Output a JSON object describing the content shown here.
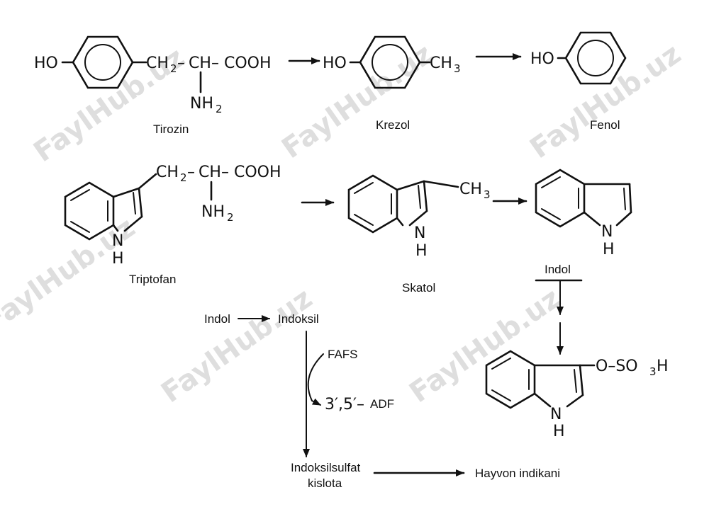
{
  "watermark": "FaylHub.uz",
  "names": {
    "tirozin": "Tirozin",
    "krezol": "Krezol",
    "fenol": "Fenol",
    "triptofan": "Triptofan",
    "skatol": "Skatol",
    "indol": "Indol"
  },
  "groups": {
    "ho": "HO",
    "ch2": "CH",
    "sub2": "2",
    "ch": "CH",
    "cooh": "COOH",
    "nh": "NH",
    "ch3": "CH",
    "sub3": "3",
    "n": "N",
    "h": "H",
    "o_so3h": "O–SO",
    "so3h_tail": "H",
    "dash": "–"
  },
  "pathway": {
    "indol": "Indol",
    "indoksil": "Indoksil",
    "fafs": "FAFS",
    "adf_prefix": "3′,5′–",
    "adf": "ADF",
    "indoksilsulfat_1": "Indoksilsulfat",
    "indoksilsulfat_2": "kislota",
    "hayvon_indikani": "Hayvon indikani"
  }
}
